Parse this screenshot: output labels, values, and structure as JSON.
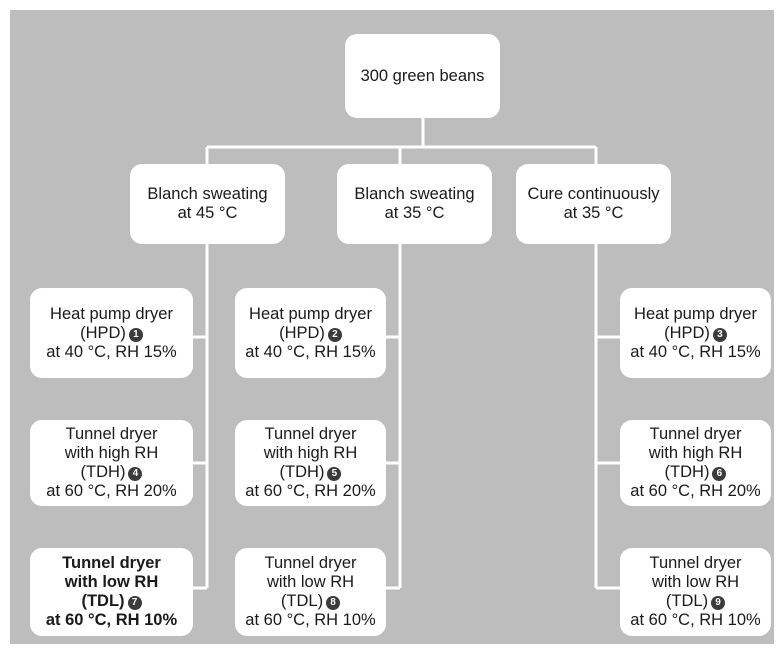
{
  "root": {
    "label": "300 green beans"
  },
  "treatments": [
    {
      "lines": [
        "Blanch sweating",
        "at 45 °C"
      ]
    },
    {
      "lines": [
        "Blanch sweating",
        "at 35 °C"
      ]
    },
    {
      "lines": [
        "Cure continuously",
        "at 35 °C"
      ]
    }
  ],
  "dryers": [
    {
      "lines": [
        "Heat pump dryer",
        "(HPD)",
        "at 40 °C, RH 15%"
      ],
      "num": "1"
    },
    {
      "lines": [
        "Heat pump dryer",
        "(HPD)",
        "at 40 °C, RH 15%"
      ],
      "num": "2"
    },
    {
      "lines": [
        "Heat pump dryer",
        "(HPD)",
        "at 40 °C, RH 15%"
      ],
      "num": "3"
    },
    {
      "lines": [
        "Tunnel dryer",
        "with high RH",
        "(TDH)",
        "at 60 °C, RH 20%"
      ],
      "num": "4"
    },
    {
      "lines": [
        "Tunnel dryer",
        "with high RH",
        "(TDH)",
        "at 60 °C, RH 20%"
      ],
      "num": "5"
    },
    {
      "lines": [
        "Tunnel dryer",
        "with high RH",
        "(TDH)",
        "at 60 °C, RH 20%"
      ],
      "num": "6"
    },
    {
      "lines": [
        "Tunnel dryer",
        "with low RH",
        "(TDL)",
        "at 60 °C, RH 10%"
      ],
      "num": "7"
    },
    {
      "lines": [
        "Tunnel dryer",
        "with low RH",
        "(TDL)",
        "at 60 °C, RH 10%"
      ],
      "num": "8"
    },
    {
      "lines": [
        "Tunnel dryer",
        "with low RH",
        "(TDL)",
        "at 60 °C, RH 10%"
      ],
      "num": "9"
    }
  ]
}
